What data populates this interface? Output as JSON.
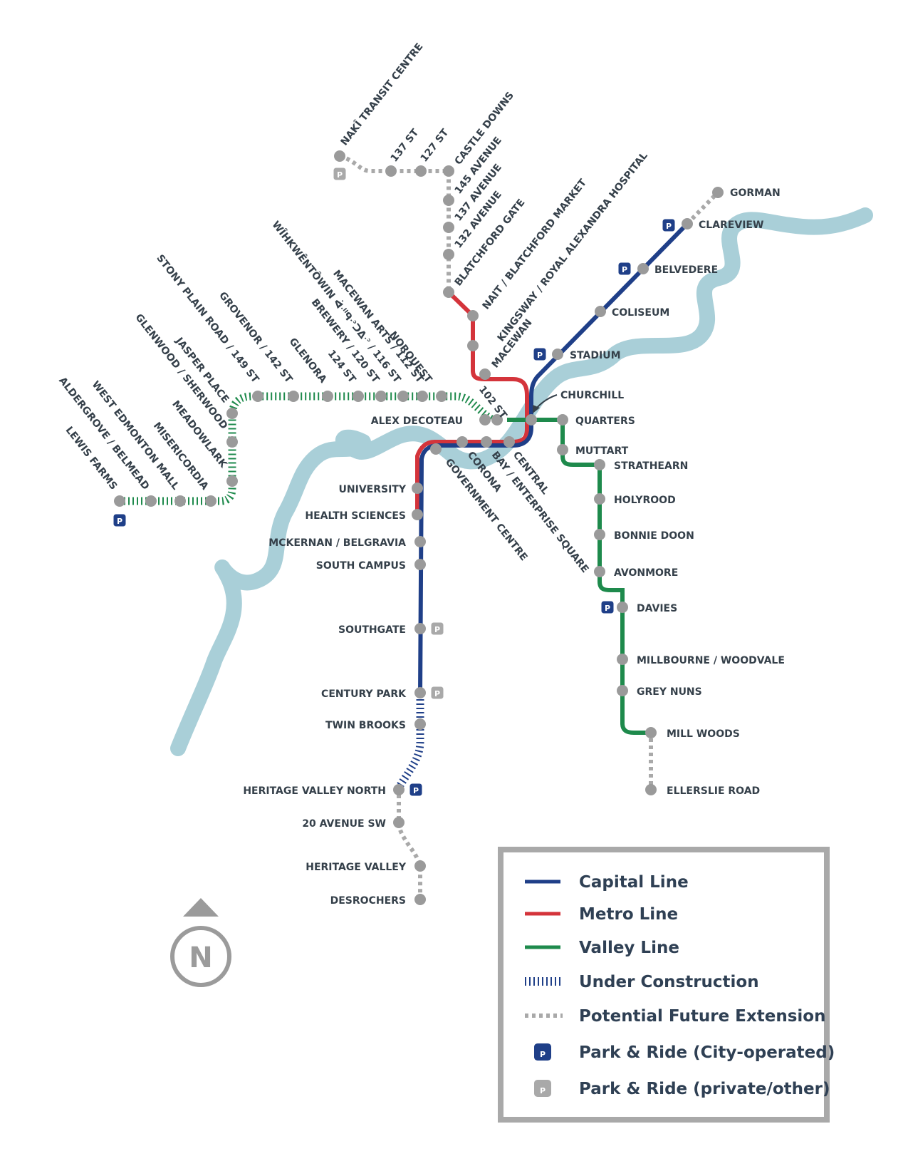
{
  "colors": {
    "capital": "#1f3f88",
    "metro": "#d4343b",
    "valley": "#1e8a4c",
    "future": "#a9a9a9",
    "river": "#a9cfd8",
    "station": "#9a9a9a",
    "park_city": "#1f3f88",
    "park_private": "#a9a9a9",
    "legend_border": "#a9a9a9"
  },
  "stations": [
    {
      "id": "naki",
      "name": "NAKÎ TRANSIT CENTRE"
    },
    {
      "id": "s137",
      "name": "137 ST"
    },
    {
      "id": "s127",
      "name": "127 ST"
    },
    {
      "id": "castle_downs",
      "name": "CASTLE DOWNS"
    },
    {
      "id": "a145",
      "name": "145 AVENUE"
    },
    {
      "id": "a137",
      "name": "137 AVENUE"
    },
    {
      "id": "a132",
      "name": "132 AVENUE"
    },
    {
      "id": "blatchford",
      "name": "BLATCHFORD GATE"
    },
    {
      "id": "nait",
      "name": "NAIT / BLATCHFORD MARKET"
    },
    {
      "id": "kingsway",
      "name": "KINGSWAY / ROYAL ALEXANDRA HOSPITAL"
    },
    {
      "id": "macewan",
      "name": "MACEWAN"
    },
    {
      "id": "s102",
      "name": "102 ST"
    },
    {
      "id": "gorman",
      "name": "GORMAN"
    },
    {
      "id": "clareview",
      "name": "CLAREVIEW"
    },
    {
      "id": "belvedere",
      "name": "BELVEDERE"
    },
    {
      "id": "coliseum",
      "name": "COLISEUM"
    },
    {
      "id": "stadium",
      "name": "STADIUM"
    },
    {
      "id": "churchill",
      "name": "CHURCHILL"
    },
    {
      "id": "quarters",
      "name": "QUARTERS"
    },
    {
      "id": "muttart",
      "name": "MUTTART"
    },
    {
      "id": "strathearn",
      "name": "STRATHEARN"
    },
    {
      "id": "holyrood",
      "name": "HOLYROOD"
    },
    {
      "id": "bonnie_doon",
      "name": "BONNIE DOON"
    },
    {
      "id": "avonmore",
      "name": "AVONMORE"
    },
    {
      "id": "davies",
      "name": "DAVIES"
    },
    {
      "id": "millbourne",
      "name": "MILLBOURNE / WOODVALE"
    },
    {
      "id": "grey_nuns",
      "name": "GREY NUNS"
    },
    {
      "id": "mill_woods",
      "name": "MILL WOODS"
    },
    {
      "id": "ellerslie",
      "name": "ELLERSLIE ROAD"
    },
    {
      "id": "alex_decoteau",
      "name": "ALEX DECOTEAU"
    },
    {
      "id": "norquest",
      "name": "NORQUEST"
    },
    {
      "id": "macewan_arts",
      "name": "MACEWAN ARTS / 112 ST"
    },
    {
      "id": "wihkwentowin",
      "name": "WÎHKWÊNTÔWIN ᐋᐧᐦᑫᐧᐣᑐᐃᐧᐣ / 116 ST"
    },
    {
      "id": "brewery",
      "name": "BREWERY / 120 ST"
    },
    {
      "id": "s124",
      "name": "124 ST"
    },
    {
      "id": "glenora",
      "name": "GLENORA"
    },
    {
      "id": "grovenor",
      "name": "GROVENOR / 142 ST"
    },
    {
      "id": "stony_plain",
      "name": "STONY PLAIN ROAD / 149 ST"
    },
    {
      "id": "jasper_place",
      "name": "JASPER PLACE"
    },
    {
      "id": "glenwood",
      "name": "GLENWOOD / SHERWOOD"
    },
    {
      "id": "meadowlark",
      "name": "MEADOWLARK"
    },
    {
      "id": "misericordia",
      "name": "MISERICORDIA"
    },
    {
      "id": "west_ed",
      "name": "WEST EDMONTON MALL"
    },
    {
      "id": "aldergrove",
      "name": "ALDERGROVE / BELMEAD"
    },
    {
      "id": "lewis_farms",
      "name": "LEWIS FARMS"
    },
    {
      "id": "central",
      "name": "CENTRAL"
    },
    {
      "id": "bay",
      "name": "BAY / ENTERPRISE SQUARE"
    },
    {
      "id": "corona",
      "name": "CORONA"
    },
    {
      "id": "gov_centre",
      "name": "GOVERNMENT CENTRE"
    },
    {
      "id": "university",
      "name": "UNIVERSITY"
    },
    {
      "id": "health_sciences",
      "name": "HEALTH SCIENCES"
    },
    {
      "id": "mckernan",
      "name": "MCKERNAN / BELGRAVIA"
    },
    {
      "id": "south_campus",
      "name": "SOUTH CAMPUS"
    },
    {
      "id": "southgate",
      "name": "SOUTHGATE"
    },
    {
      "id": "century_park",
      "name": "CENTURY PARK"
    },
    {
      "id": "twin_brooks",
      "name": "TWIN BROOKS"
    },
    {
      "id": "heritage_north",
      "name": "HERITAGE VALLEY NORTH"
    },
    {
      "id": "ave20sw",
      "name": "20 AVENUE SW"
    },
    {
      "id": "heritage_valley",
      "name": "HERITAGE VALLEY"
    },
    {
      "id": "desrochers",
      "name": "DESROCHERS"
    }
  ],
  "park_badge_letter": "P",
  "compass": {
    "letter": "N"
  },
  "legend": {
    "items": [
      {
        "key": "capital",
        "label": "Capital Line",
        "symbol": "line",
        "color": "#1f3f88"
      },
      {
        "key": "metro",
        "label": "Metro Line",
        "symbol": "line",
        "color": "#d4343b"
      },
      {
        "key": "valley",
        "label": "Valley Line",
        "symbol": "line",
        "color": "#1e8a4c"
      },
      {
        "key": "construction",
        "label": "Under Construction",
        "symbol": "hatch",
        "color": "#1f3f88"
      },
      {
        "key": "future",
        "label": "Potential Future Extension",
        "symbol": "dots",
        "color": "#a9a9a9"
      },
      {
        "key": "park_city",
        "label": "Park & Ride (City-operated)",
        "symbol": "p-city",
        "color": "#1f3f88"
      },
      {
        "key": "park_private",
        "label": "Park & Ride (private/other)",
        "symbol": "p-private",
        "color": "#a9a9a9"
      }
    ]
  }
}
